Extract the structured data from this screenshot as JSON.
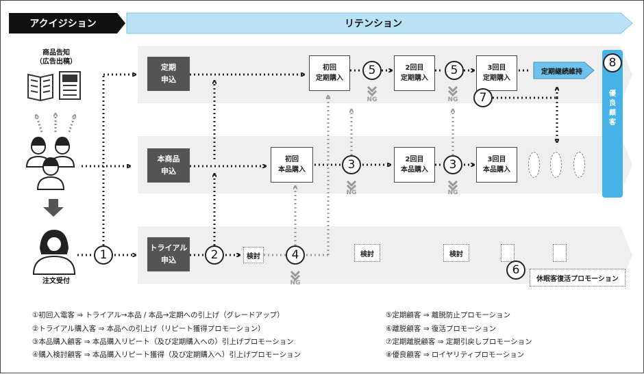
{
  "header": {
    "acquisition": "アクイジション",
    "retention": "リテンション"
  },
  "left": {
    "ad_label": "商品告知\n（広告出稿）",
    "order_label": "注文受付"
  },
  "lanes": {
    "teiki_start": "定期\n申込",
    "honshohin_start": "本商品\n申込",
    "trial_start": "トライアル\n申込"
  },
  "steps": {
    "teiki_1": "初回\n定期購入",
    "teiki_2": "2回目\n定期購入",
    "teiki_3": "3回目\n定期購入",
    "teiki_continue": "定期継続維持",
    "hon_1": "初回\n本品購入",
    "hon_2": "2回目\n本品購入",
    "hon_3": "3回目\n本品購入",
    "kentou": "検討",
    "kyuminkyaku": "休眠客復活プロモーション",
    "ng": "NG",
    "yuryo": "優\n良\n顧\n客"
  },
  "markers": {
    "n1": "1",
    "n2": "2",
    "n3": "3",
    "n4": "4",
    "n5": "5",
    "n6": "6",
    "n7": "7",
    "n8": "8"
  },
  "legend": [
    "①初回入電客 ⇒ トライアル→本品 / 本品→定期への引上げ（グレードアップ）",
    "②トライアル購入客 ⇒ 本品への引上げ（リピート獲得プロモーション）",
    "③本品購入顧客 ⇒ 本品購入リピート（及び定期購入への）引上げプロモーション",
    "④購入検討顧客 ⇒ 本品購入リピート獲得（及び定期購入へ）引上げプロモーション",
    "⑤定期顧客 ⇒ 離脱防止プロモーション",
    "⑥離脱顧客 ⇒ 復活プロモーション",
    "⑦定期離脱顧客 ⇒ 定期引戻しプロモーション",
    "⑧優良顧客 ⇒ ロイヤリティプロモーション"
  ],
  "colors": {
    "header_dark": "#111111",
    "header_light": "#b9e3f5",
    "lane_bg": "#efefef",
    "start_box": "#555555",
    "yuryo_bar": "#45b3e8",
    "arrow": "#222222",
    "ng": "#999999"
  },
  "icons": [
    "newspaper-icon",
    "arrows-up-icon",
    "people-icon",
    "down-arrow-icon",
    "operator-icon"
  ]
}
